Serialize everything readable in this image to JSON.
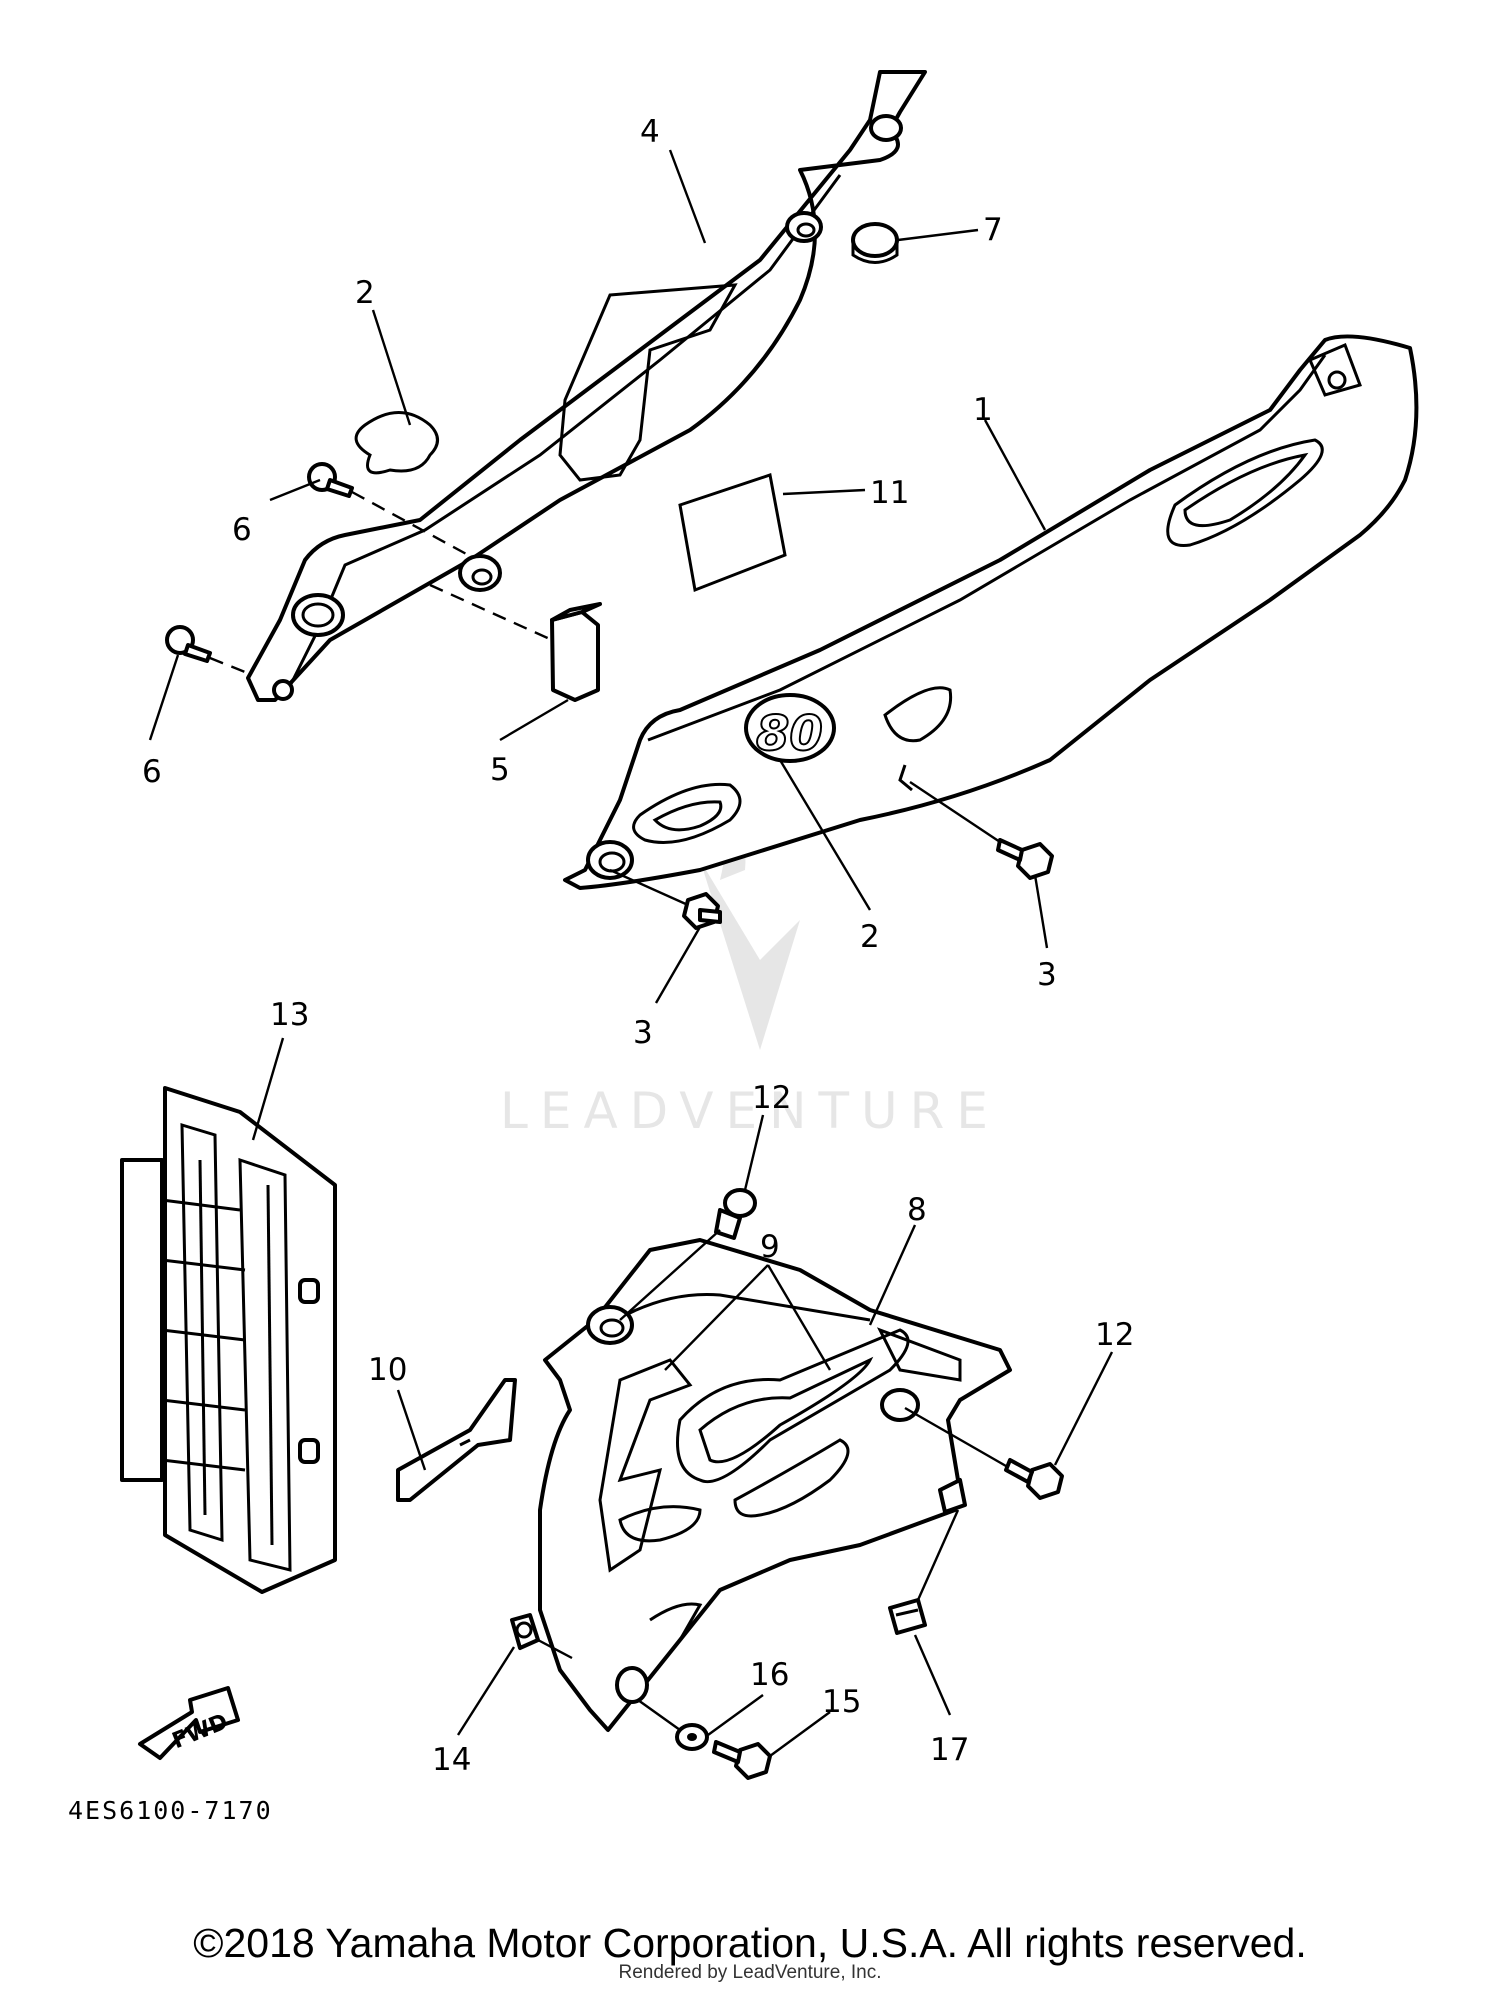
{
  "diagram": {
    "code": "4ES6100-7170",
    "fwd_label": "FWD",
    "watermark": "LEADVENTURE",
    "callouts": [
      "1",
      "2",
      "2",
      "3",
      "3",
      "4",
      "5",
      "6",
      "6",
      "7",
      "8",
      "9",
      "10",
      "11",
      "12",
      "12",
      "13",
      "14",
      "15",
      "16",
      "17"
    ]
  },
  "footer": {
    "copyright": "©2018 Yamaha Motor Corporation, U.S.A. All rights reserved.",
    "rendered_by": "Rendered by LeadVenture, Inc."
  }
}
